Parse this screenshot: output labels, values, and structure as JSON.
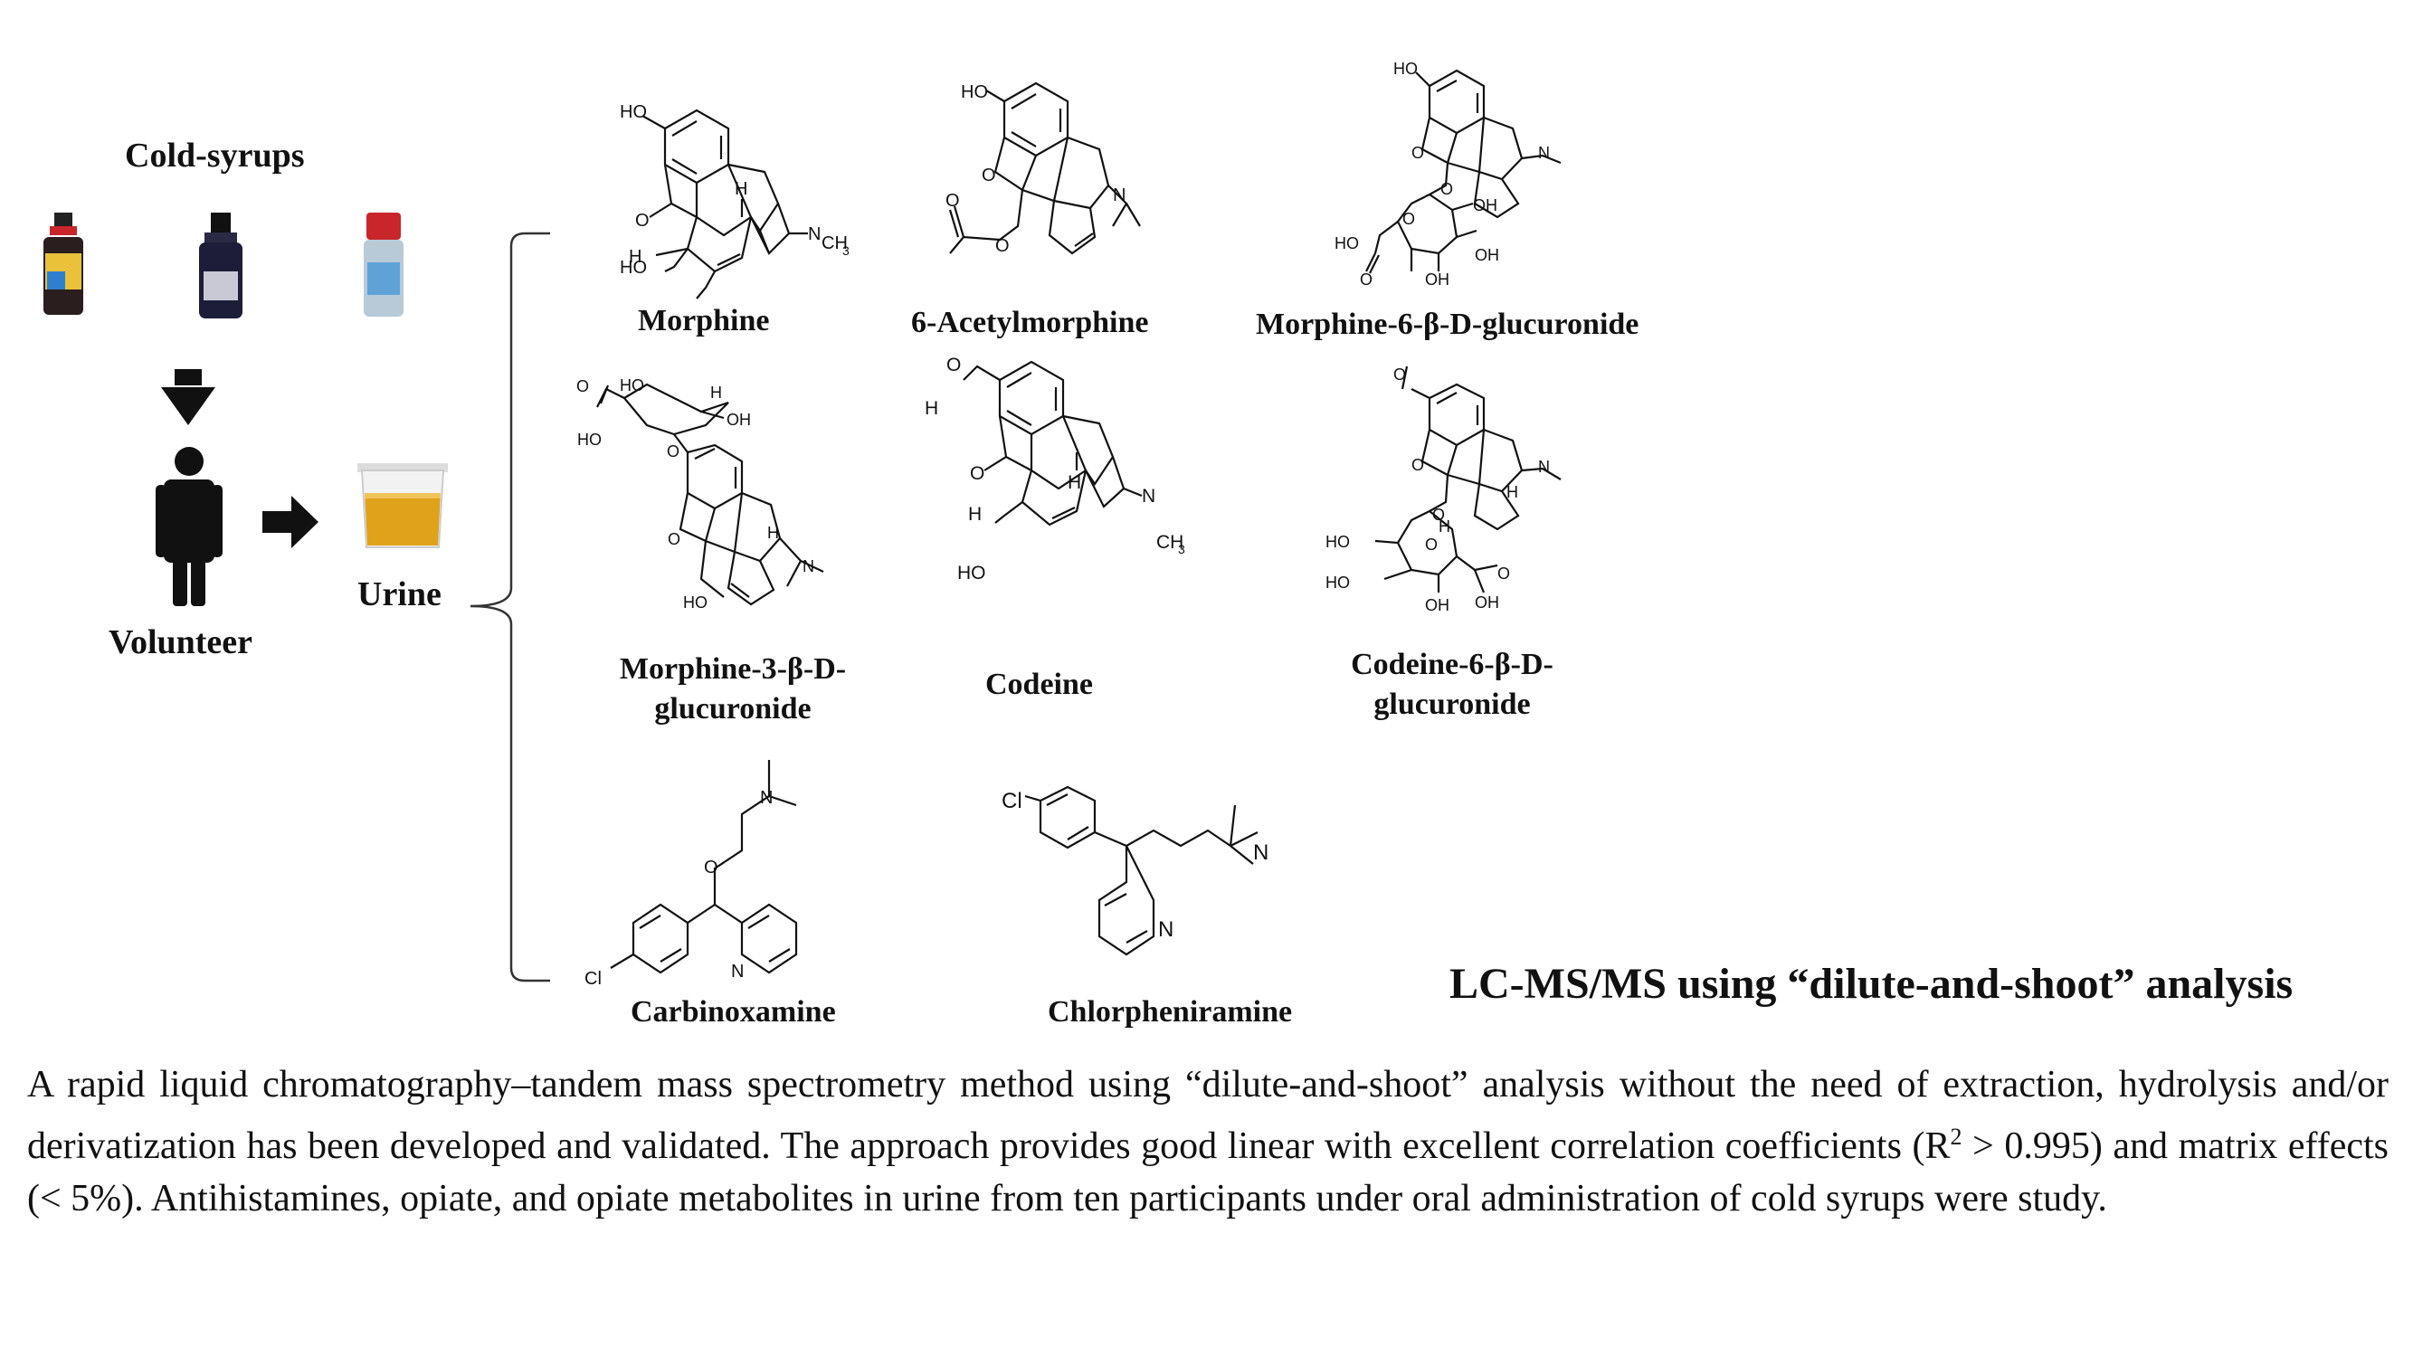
{
  "left_panel": {
    "cold_syrups_label": "Cold-syrups",
    "volunteer_label": "Volunteer",
    "urine_label": "Urine"
  },
  "compounds": {
    "morphine": "Morphine",
    "acetylmorphine": "6-Acetylmorphine",
    "m6g": "Morphine-6-β-D-glucuronide",
    "m3g_line1": "Morphine-3-β-D-",
    "m3g_line2": "glucuronide",
    "codeine": "Codeine",
    "c6g_line1": "Codeine-6-β-D-",
    "c6g_line2": "glucuronide",
    "carbinoxamine": "Carbinoxamine",
    "chlorpheniramine": "Chlorpheniramine"
  },
  "atoms": {
    "ho": "HO",
    "oh": "OH",
    "o": "O",
    "h": "H",
    "n": "N",
    "ch3": "CH",
    "sub3": "3",
    "h3c": "H",
    "cl": "Cl"
  },
  "method_title": "LC-MS/MS using “dilute-and-shoot” analysis",
  "summary": {
    "part1": "A rapid liquid chromatography–tandem mass spectrometry method using “dilute-and-shoot” analysis without the need of extraction, hydrolysis and/or derivatization has been developed and validated. The approach provides good linear with excellent correlation coefficients (R",
    "sup": "2",
    "part2": " > 0.995) and matrix effects (< 5%). Antihistamines, opiate, and opiate metabolites in urine from ten participants under oral administration of cold syrups were study."
  },
  "colors": {
    "text": "#111111",
    "urine": "#e0a21a",
    "syrup_dark": "#1d1d3a",
    "syrup_red": "#c8262a",
    "arrow": "#111111"
  }
}
